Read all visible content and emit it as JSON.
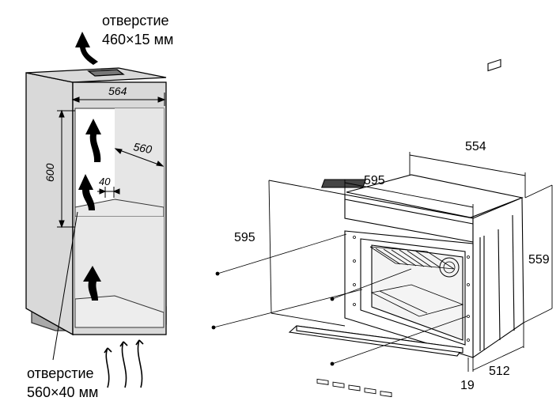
{
  "cabinet": {
    "top_opening_label": "отверстие",
    "top_opening_size": "460×15 мм",
    "bottom_opening_label": "отверстие",
    "bottom_opening_size": "560×40 мм",
    "dim_width": "564",
    "dim_depth": "560",
    "dim_height": "600",
    "dim_gap": "40"
  },
  "oven": {
    "dim_depth_top": "554",
    "dim_front_width": "595",
    "dim_front_height": "595",
    "dim_side_height": "559",
    "dim_side_depth": "512",
    "dim_door_thickness": "19"
  },
  "colors": {
    "line": "#000000",
    "cabinet_fill": "#d9d9d9",
    "cabinet_side": "#c4c4c4",
    "plinth": "#a9a9a9"
  }
}
